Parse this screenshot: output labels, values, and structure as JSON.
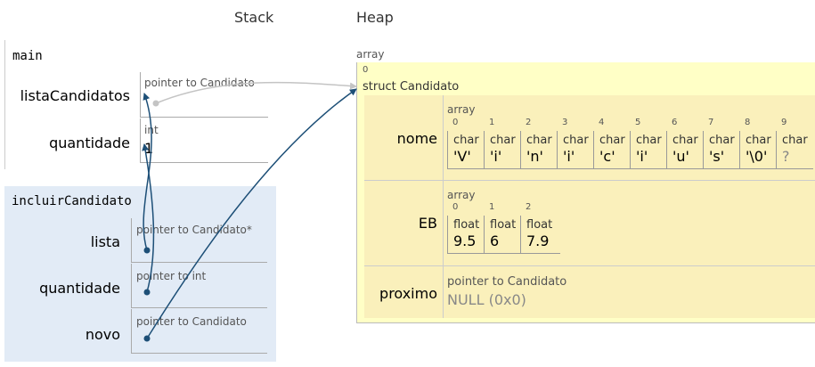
{
  "headers": {
    "stack": "Stack",
    "heap": "Heap"
  },
  "main_frame": {
    "name": "main",
    "vars": [
      {
        "name": "listaCandidatos",
        "type": "pointer to Candidato",
        "value": ""
      },
      {
        "name": "quantidade",
        "type": "int",
        "value": "1"
      }
    ]
  },
  "incluir_frame": {
    "name": "incluirCandidato",
    "vars": [
      {
        "name": "lista",
        "type": "pointer to Candidato*"
      },
      {
        "name": "quantidade",
        "type": "pointer to int"
      },
      {
        "name": "novo",
        "type": "pointer to Candidato"
      }
    ]
  },
  "heap": {
    "outer_label": "array",
    "outer_index": "0",
    "struct_label": "struct Candidato",
    "fields": [
      {
        "name": "nome",
        "array_label": "array",
        "elements": [
          {
            "index": "0",
            "type": "char",
            "value": "'V'"
          },
          {
            "index": "1",
            "type": "char",
            "value": "'i'"
          },
          {
            "index": "2",
            "type": "char",
            "value": "'n'"
          },
          {
            "index": "3",
            "type": "char",
            "value": "'i'"
          },
          {
            "index": "4",
            "type": "char",
            "value": "'c'"
          },
          {
            "index": "5",
            "type": "char",
            "value": "'i'"
          },
          {
            "index": "6",
            "type": "char",
            "value": "'u'"
          },
          {
            "index": "7",
            "type": "char",
            "value": "'s'"
          },
          {
            "index": "8",
            "type": "char",
            "value": "'\\0'"
          },
          {
            "index": "9",
            "type": "char",
            "value": "?"
          }
        ]
      },
      {
        "name": "EB",
        "array_label": "array",
        "elements": [
          {
            "index": "0",
            "type": "float",
            "value": "9.5"
          },
          {
            "index": "1",
            "type": "float",
            "value": "6"
          },
          {
            "index": "2",
            "type": "float",
            "value": "7.9"
          }
        ]
      },
      {
        "name": "proximo",
        "type": "pointer to Candidato",
        "value": "NULL (0x0)"
      }
    ]
  },
  "colors": {
    "heap_bg": "#ffffc6",
    "field_bg": "#faf0bb",
    "frame_active_bg": "#e2ebf6",
    "arrow": "#1d4f77",
    "arrow_inactive": "#c4c4c4"
  }
}
